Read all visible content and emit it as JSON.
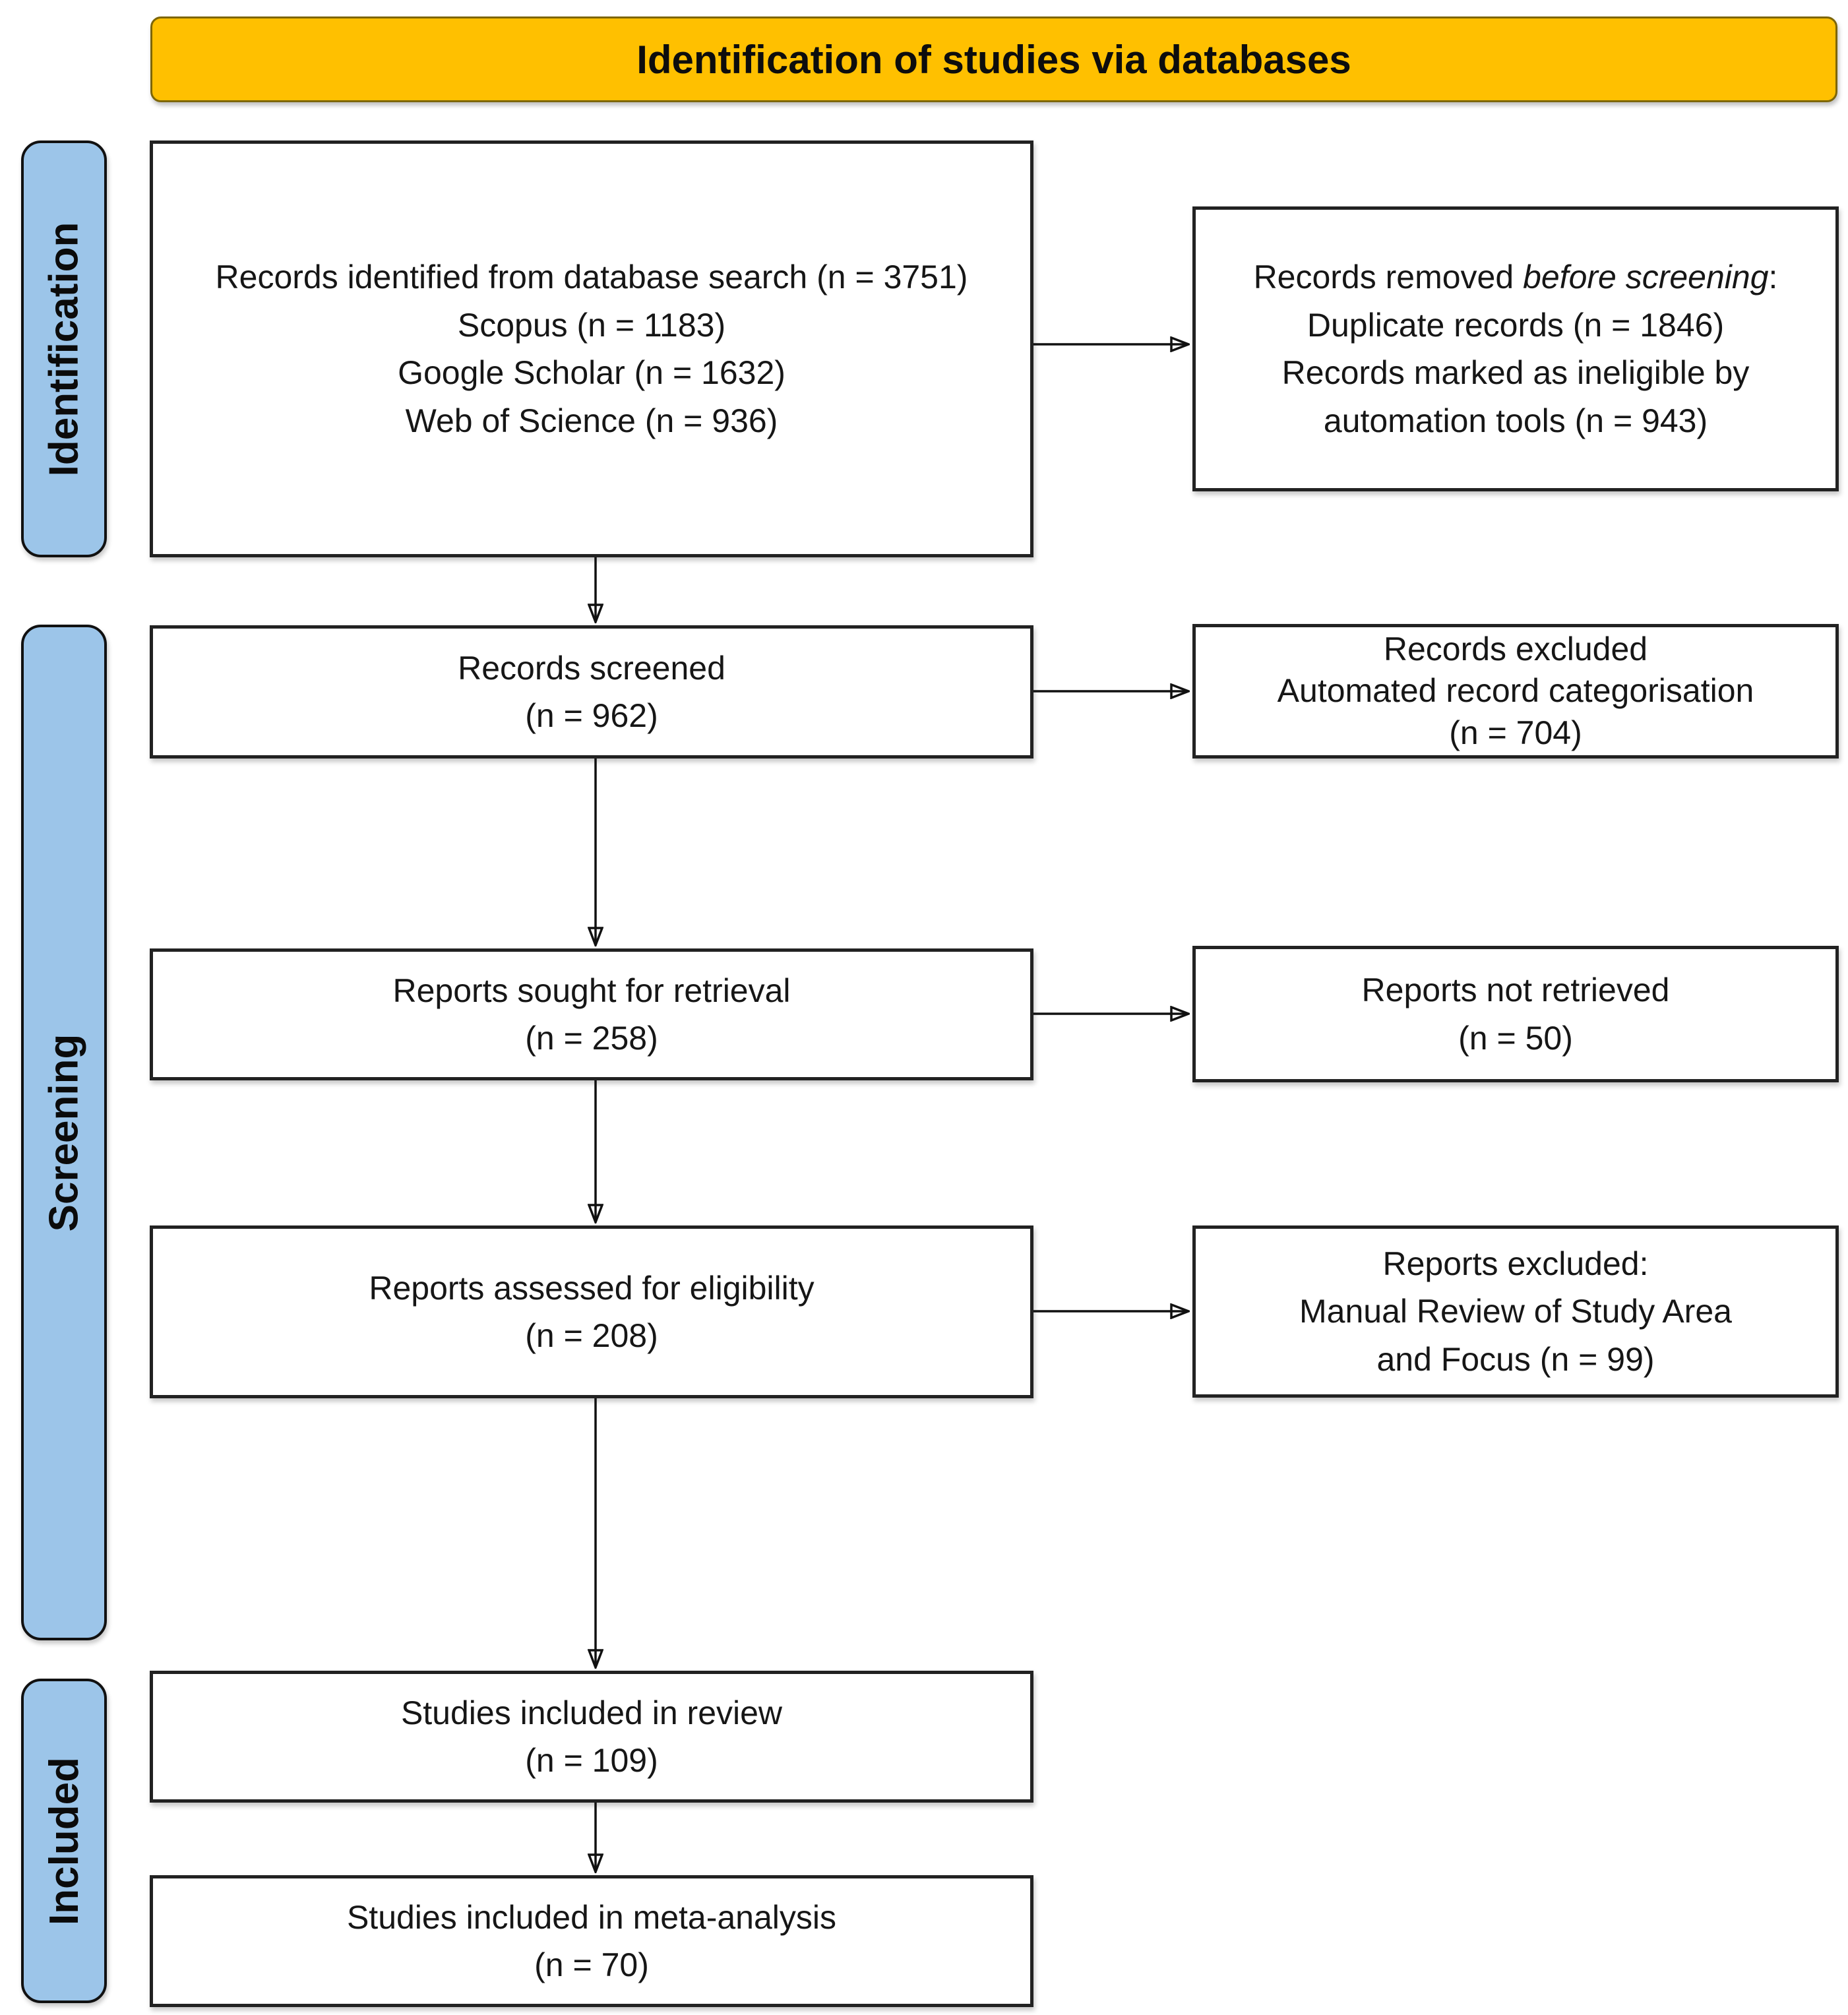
{
  "header": {
    "title": "Identification of studies via databases"
  },
  "stages": {
    "identification": "Identification",
    "screening": "Screening",
    "included": "Included"
  },
  "colors": {
    "header_bg": "#FFC000",
    "stage_bg": "#9CC5E9",
    "box_bg": "#FFFFFF",
    "box_border": "#222222",
    "arrow": "#111111"
  },
  "boxes": {
    "records_identified": {
      "lines": [
        "Records identified from database search (n = 3751)",
        "Scopus (n = 1183)",
        "Google Scholar (n = 1632)",
        "Web of Science (n = 936)"
      ]
    },
    "records_removed": {
      "line1_prefix": "Records removed ",
      "line1_italic": "before screening",
      "line1_suffix": ":",
      "lines": [
        "Duplicate records (n = 1846)",
        "Records marked as ineligible by",
        "automation tools (n = 943)"
      ]
    },
    "records_screened": {
      "lines": [
        "Records screened",
        "(n = 962)"
      ]
    },
    "records_excluded": {
      "lines": [
        "Records excluded",
        "Automated record categorisation",
        "(n = 704)"
      ]
    },
    "reports_sought": {
      "lines": [
        "Reports sought for retrieval",
        "(n = 258)"
      ]
    },
    "reports_not_retrieved": {
      "lines": [
        "Reports not retrieved",
        "(n = 50)"
      ]
    },
    "reports_assessed": {
      "lines": [
        "Reports assessed for eligibility",
        "(n = 208)"
      ]
    },
    "reports_excluded": {
      "lines": [
        "Reports excluded:",
        "Manual Review of Study Area",
        "and Focus (n = 99)"
      ]
    },
    "studies_included_review": {
      "lines": [
        "Studies included in review",
        "(n = 109)"
      ]
    },
    "studies_included_meta": {
      "lines": [
        "Studies included in meta-analysis",
        "(n = 70)"
      ]
    }
  }
}
